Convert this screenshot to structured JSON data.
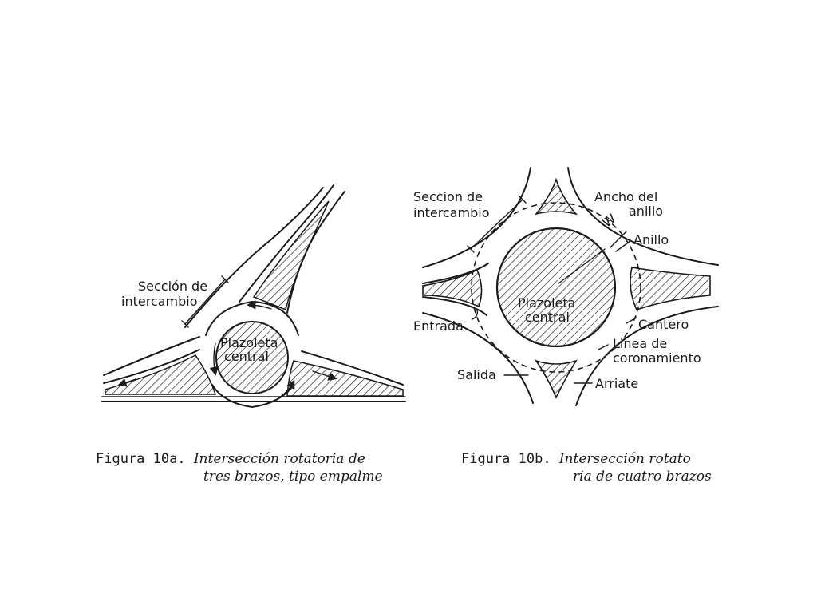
{
  "fig_a": {
    "label_section": [
      "Sección de",
      "intercambio"
    ],
    "label_plaza": [
      "Plazoleta",
      "central"
    ],
    "caption_label": "Figura 10a.",
    "caption_text": [
      "Intersección rotatoria de",
      "tres brazos, tipo empalme"
    ]
  },
  "fig_b": {
    "label_section": [
      "Seccion de",
      "intercambio"
    ],
    "label_ancho": [
      "Ancho del",
      "anillo"
    ],
    "label_w": "W",
    "label_anillo": "Anillo",
    "label_plaza": [
      "Plazoleta",
      "central"
    ],
    "label_entrada": "Entrada",
    "label_cantero": "Cantero",
    "label_linea": [
      "Linea de",
      "coronamiento"
    ],
    "label_salida": "Salida",
    "label_arriate": "Arriate",
    "caption_label": "Figura 10b.",
    "caption_text": [
      "Intersección rotato",
      "ria de cuatro brazos"
    ]
  }
}
